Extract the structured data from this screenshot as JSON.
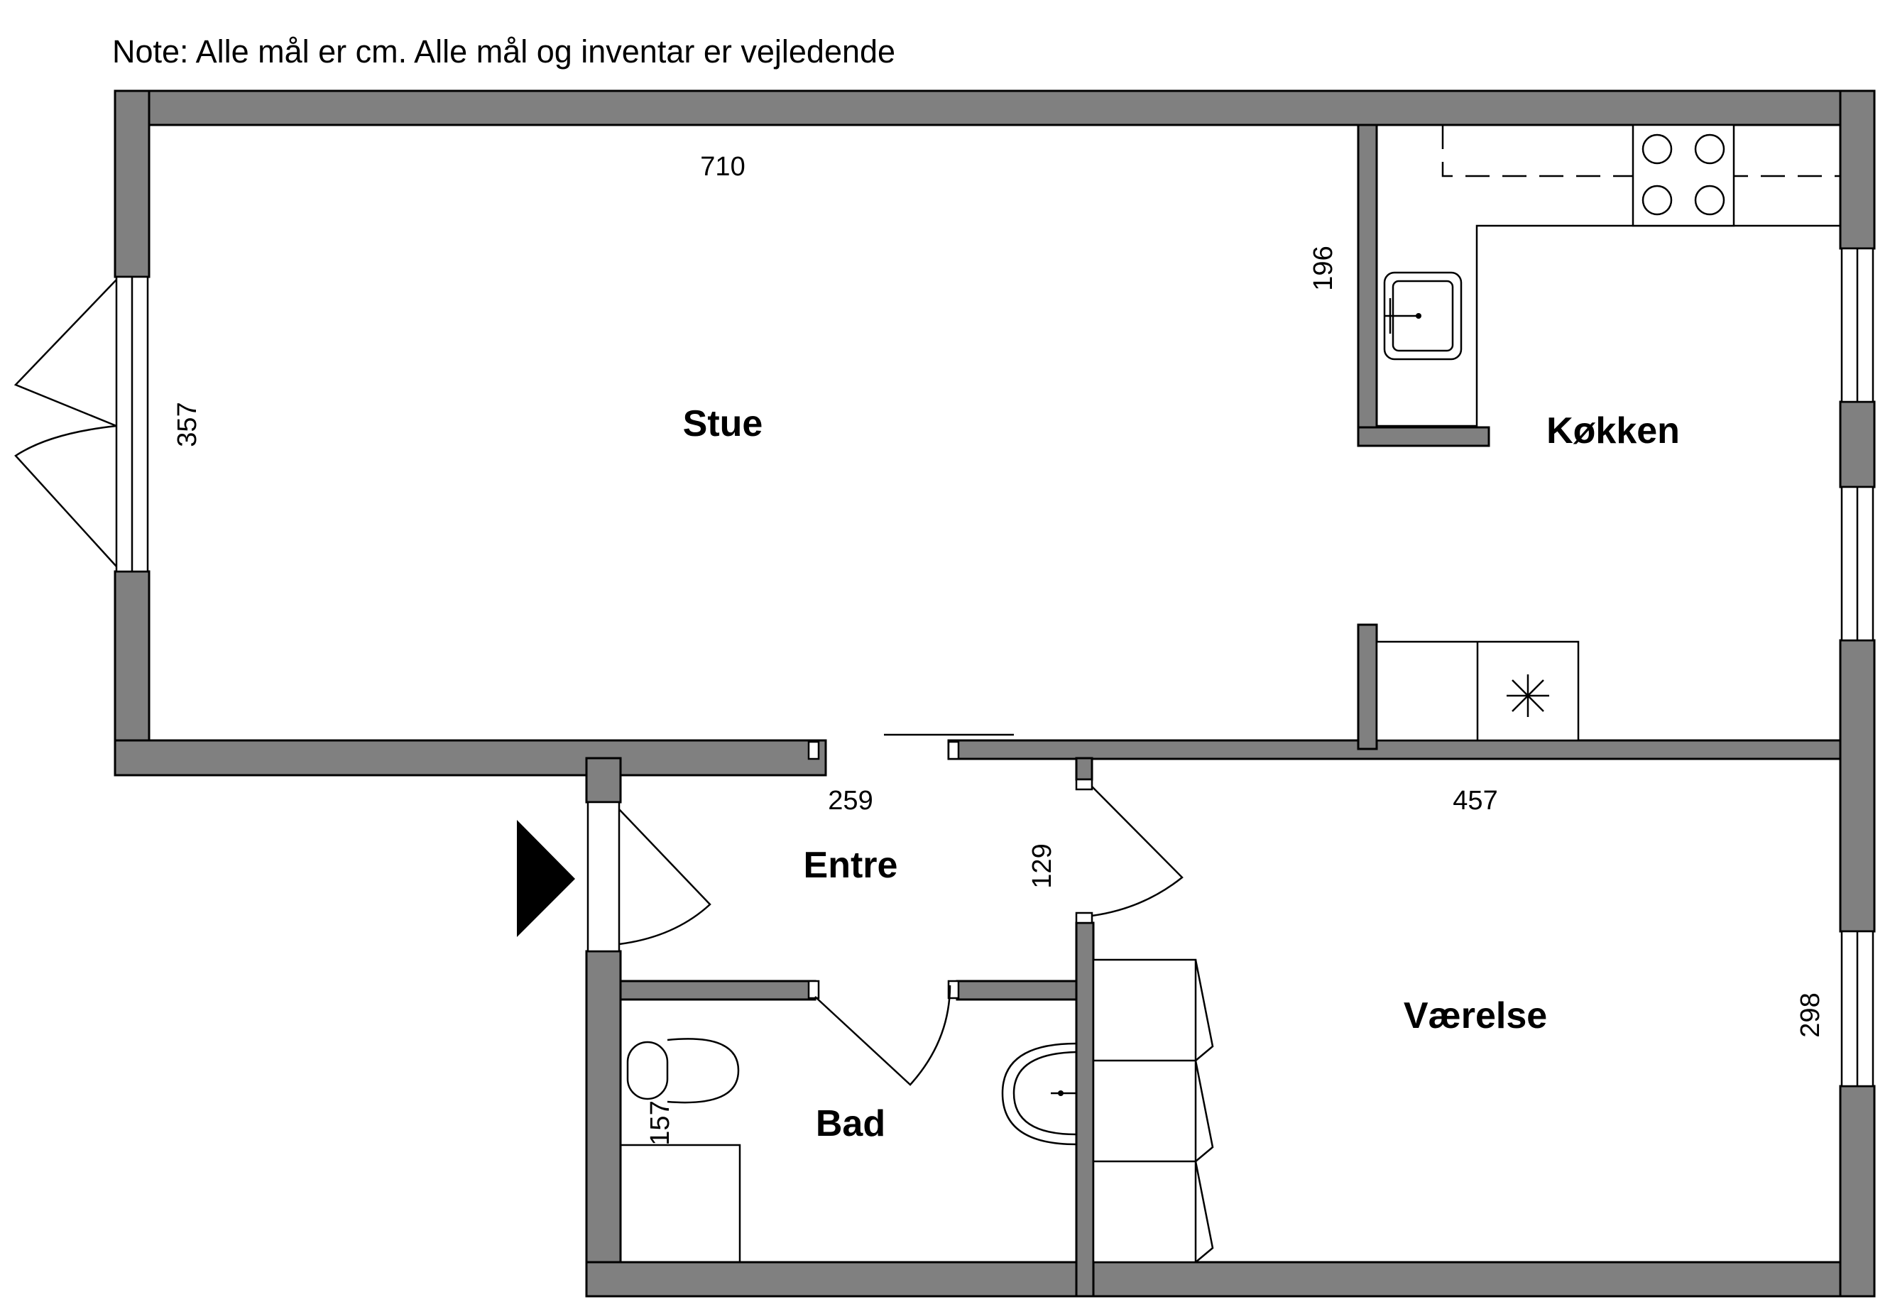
{
  "note": "Note: Alle mål er cm. Alle mål og inventar er vejledende",
  "rooms": {
    "stue": "Stue",
    "kokken": "Køkken",
    "entre": "Entre",
    "bad": "Bad",
    "vaerelse": "Værelse"
  },
  "dimensions": {
    "stue_width": "710",
    "stue_depth": "357",
    "kokken_depth": "196",
    "entre_width": "259",
    "entre_depth": "129",
    "vaerelse_width": "457",
    "vaerelse_depth": "298",
    "bad_depth": "157"
  },
  "icons": [
    "entrance-arrow-icon",
    "stove-icon",
    "sink-icon",
    "toilet-icon",
    "washbasin-icon",
    "ventilation-icon"
  ],
  "colors": {
    "wall": "#808080",
    "line": "#000000",
    "background": "#ffffff"
  }
}
